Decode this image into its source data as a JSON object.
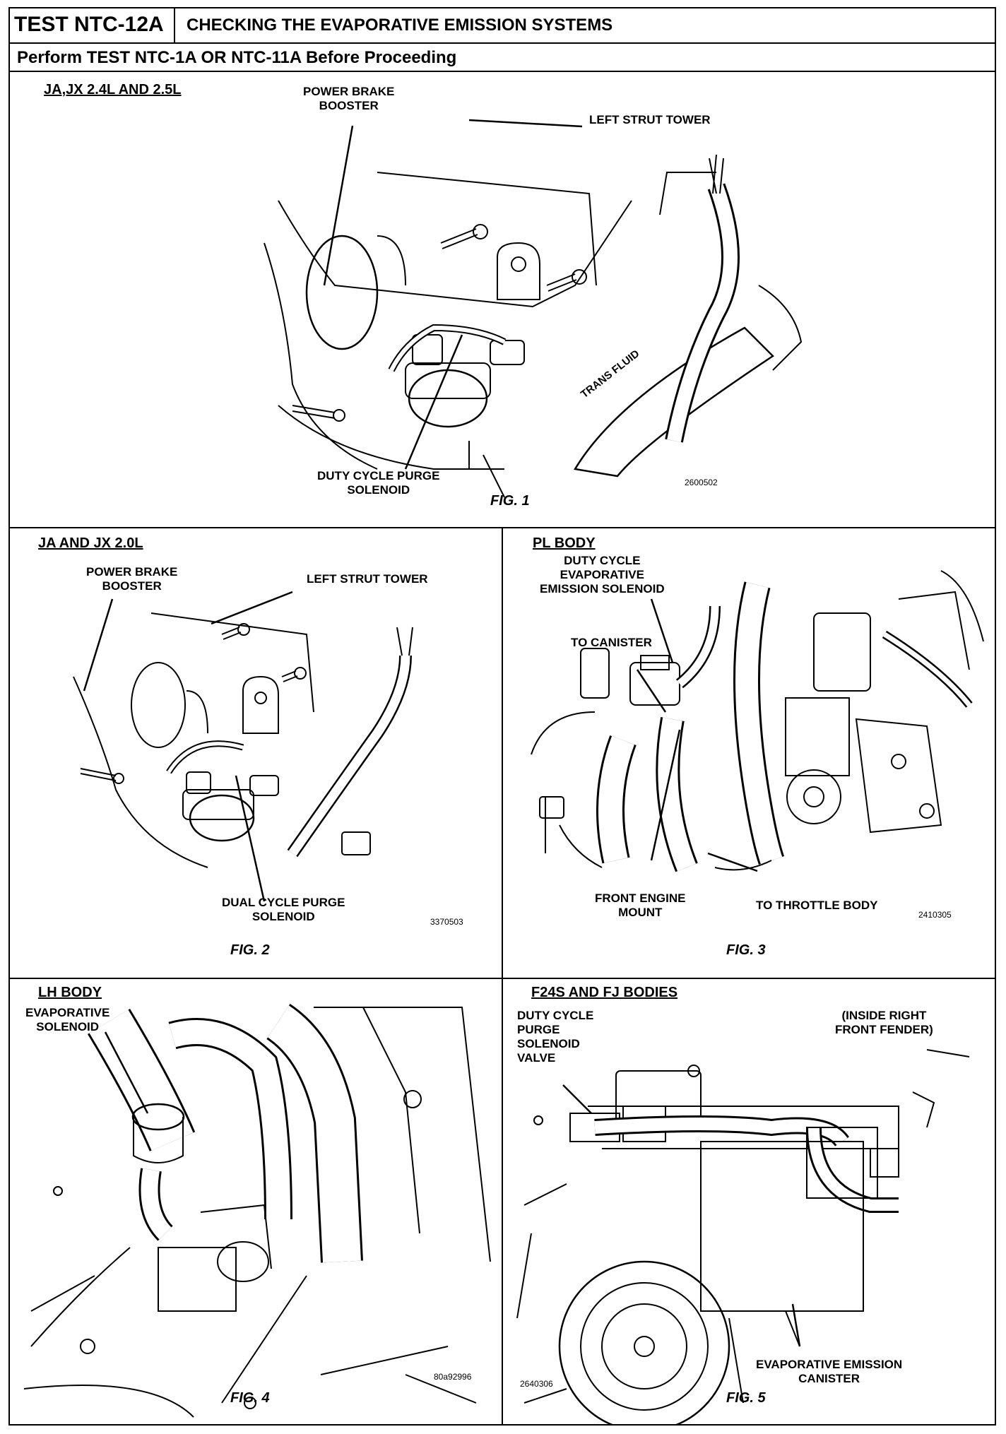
{
  "header": {
    "test_id": "TEST NTC-12A",
    "title": "CHECKING THE EVAPORATIVE EMISSION SYSTEMS",
    "subtitle": "Perform TEST NTC-1A OR NTC-11A Before Proceeding"
  },
  "figures": [
    {
      "title": "JA,JX 2.4L AND 2.5L",
      "labels": {
        "booster": "POWER BRAKE\nBOOSTER",
        "strut": "LEFT STRUT TOWER",
        "trans": "TRANS FLUID",
        "solenoid": "DUTY CYCLE PURGE\nSOLENOID"
      },
      "code": "2600502",
      "caption": "FIG. 1"
    },
    {
      "title": "JA AND JX 2.0L",
      "labels": {
        "booster": "POWER BRAKE\nBOOSTER",
        "strut": "LEFT STRUT TOWER",
        "solenoid": "DUAL CYCLE PURGE\nSOLENOID"
      },
      "code": "3370503",
      "caption": "FIG. 2"
    },
    {
      "title": "PL BODY",
      "labels": {
        "solenoid": "DUTY CYCLE\nEVAPORATIVE\nEMISSION SOLENOID",
        "canister": "TO CANISTER",
        "mount": "FRONT ENGINE\nMOUNT",
        "throttle": "TO THROTTLE BODY"
      },
      "code": "2410305",
      "caption": "FIG. 3"
    },
    {
      "title": "LH BODY",
      "labels": {
        "solenoid": "EVAPORATIVE\nSOLENOID"
      },
      "code": "80a92996",
      "caption": "FIG. 4"
    },
    {
      "title": "F24S AND FJ BODIES",
      "labels": {
        "solenoid": "DUTY CYCLE\nPURGE\nSOLENOID\nVALVE",
        "fender": "(INSIDE RIGHT\nFRONT FENDER)",
        "canister": "EVAPORATIVE  EMISSION\nCANISTER"
      },
      "code": "2640306",
      "caption": "FIG. 5"
    }
  ]
}
